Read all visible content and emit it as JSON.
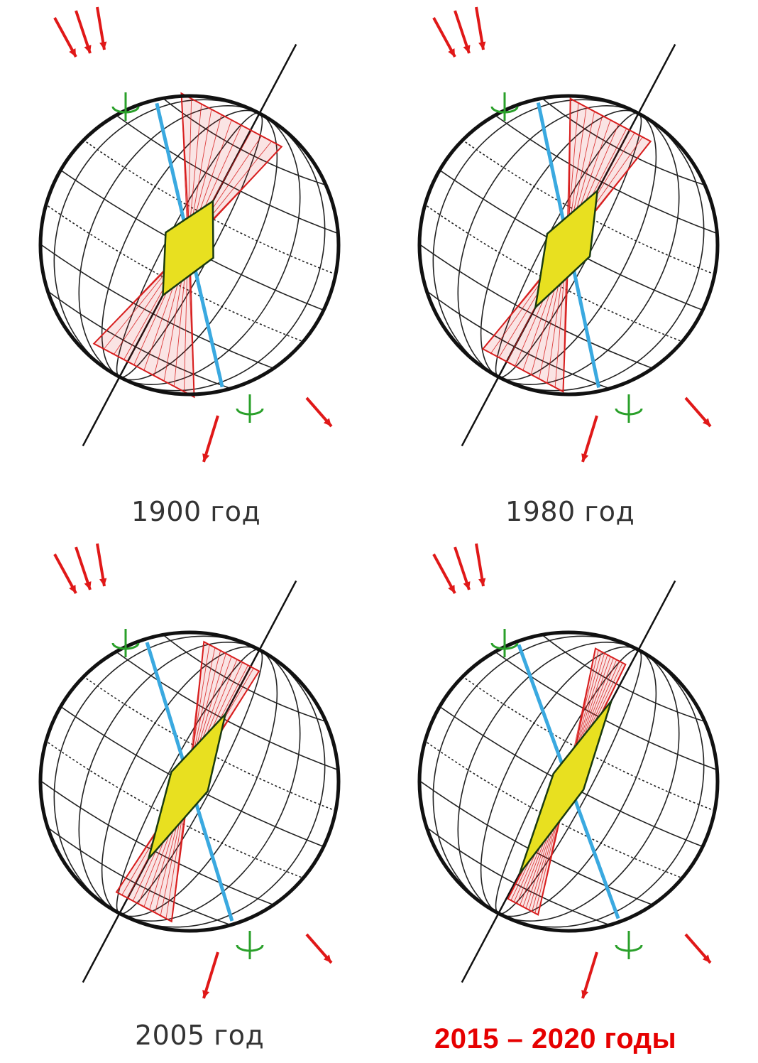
{
  "panels": [
    {
      "id": "p1900",
      "caption": "1900 год",
      "caption_style": "normal",
      "magnetic_tilt_deg": 13,
      "cone_spread": 1.0
    },
    {
      "id": "p1980",
      "caption": "1980 год",
      "caption_style": "normal",
      "magnetic_tilt_deg": 12,
      "cone_spread": 0.8
    },
    {
      "id": "p2005",
      "caption": "2005 год",
      "caption_style": "normal",
      "magnetic_tilt_deg": 17,
      "cone_spread": 0.55
    },
    {
      "id": "p2015",
      "caption": "2015 – 2020  годы",
      "caption_style": "accent",
      "magnetic_tilt_deg": 20,
      "cone_spread": 0.3
    }
  ],
  "colors": {
    "globe_outline": "#111111",
    "grid": "#222222",
    "cone": "#d81e1e",
    "magnetic_axis": "#3aa9e0",
    "core": "#e8e020",
    "green_marker": "#2aa02a",
    "arrows": "#e01818"
  },
  "icons": {
    "arrow": "red-arrow-icon",
    "rotation": "green-rotation-icon"
  }
}
